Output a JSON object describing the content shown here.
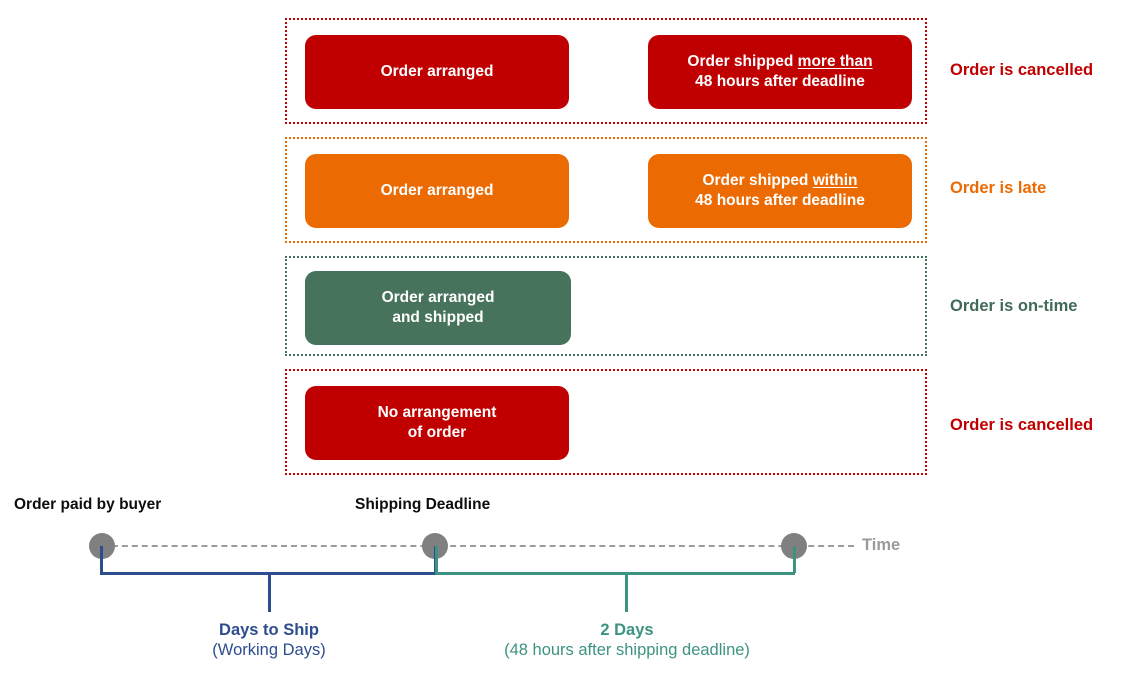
{
  "diagram": {
    "scenarios": [
      {
        "id": "cancelled-late-shipment",
        "rail_color": "#c00000",
        "block_color": "#c00000",
        "blocks": [
          {
            "name": "order-arranged",
            "line1": "Order arranged",
            "line2": ""
          },
          {
            "name": "order-shipped-late",
            "line1_pre": "Order shipped ",
            "line1_underline": "more than",
            "line2": "48 hours after deadline"
          }
        ],
        "outcome": "Order is cancelled",
        "outcome_color": "#c00000"
      },
      {
        "id": "late-shipment",
        "rail_color": "#ec6a02",
        "block_color": "#ec6a02",
        "blocks": [
          {
            "name": "order-arranged",
            "line1": "Order arranged",
            "line2": ""
          },
          {
            "name": "order-shipped-within",
            "line1_pre": "Order shipped ",
            "line1_underline": "within",
            "line2": "48 hours after deadline"
          }
        ],
        "outcome": "Order is late",
        "outcome_color": "#ec6a02"
      },
      {
        "id": "on-time",
        "rail_color": "#47735c",
        "block_color": "#47735c",
        "blocks": [
          {
            "name": "order-arranged-and-shipped",
            "line1": "Order arranged",
            "line2": "and shipped"
          }
        ],
        "outcome": "Order is on-time",
        "outcome_color": "#3f6b58"
      },
      {
        "id": "no-arrangement",
        "rail_color": "#c00000",
        "block_color": "#c00000",
        "blocks": [
          {
            "name": "no-arrangement-of-order",
            "line1": "No arrangement",
            "line2": "of order"
          }
        ],
        "outcome": "Order is cancelled",
        "outcome_color": "#c00000"
      }
    ],
    "timeline": {
      "axis_label": "Time",
      "axis_color": "#9b9b9b",
      "node_color": "#808080",
      "nodes": [
        {
          "name": "order-paid",
          "label": "Order paid by buyer"
        },
        {
          "name": "shipping-deadline",
          "label": "Shipping Deadline"
        },
        {
          "name": "deadline-plus-48h",
          "label": ""
        }
      ],
      "spans": [
        {
          "name": "days-to-ship",
          "title": "Days to Ship",
          "subtitle": "(Working Days)",
          "color": "#2e4d8e"
        },
        {
          "name": "two-days-grace",
          "title": "2 Days",
          "subtitle": "(48 hours after shipping deadline)",
          "color": "#3d9382"
        }
      ]
    }
  }
}
